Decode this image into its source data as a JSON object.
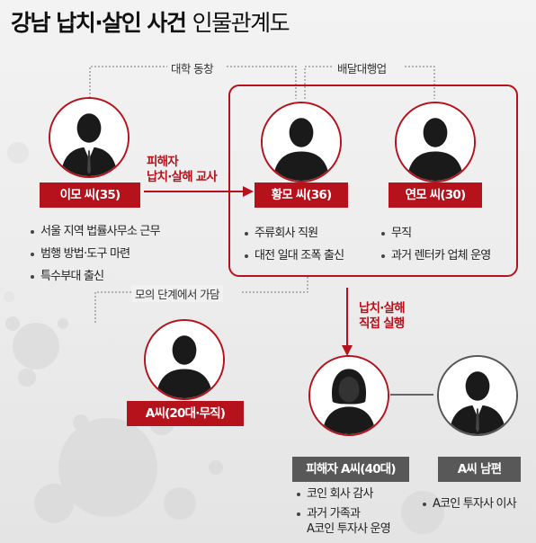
{
  "title": {
    "bold": "강남 납치·살인 사건",
    "light": "인물관계도"
  },
  "relations": {
    "university": "대학 동창",
    "delivery": "배달대행업",
    "planning": "모의 단계에서 가담"
  },
  "arrows": {
    "instigation": [
      "피해자",
      "납치·살해 교사"
    ],
    "execution": [
      "납치·살해",
      "직접 실행"
    ]
  },
  "people": {
    "lee": {
      "tag": "이모 씨(35)",
      "notes": [
        "서울 지역 법률사무소 근무",
        "범행 방법·도구 마련",
        "특수부대 출신"
      ]
    },
    "hwang": {
      "tag": "황모 씨(36)",
      "notes": [
        "주류회사 직원",
        "대전 일대 조폭 출신"
      ]
    },
    "yeon": {
      "tag": "연모 씨(30)",
      "notes": [
        "무직",
        "과거 렌터카 업체 운영"
      ]
    },
    "accomplice": {
      "tag": "A씨(20대·무직)"
    },
    "victim": {
      "tag": "피해자 A씨(40대)",
      "notes": [
        "코인 회사 감사"
      ],
      "notes_multi": [
        [
          "과거 가족과",
          "A코인 투자사 운영"
        ]
      ]
    },
    "husband": {
      "tag": "A씨 남편",
      "notes": [
        "A코인 투자사 이사"
      ]
    }
  },
  "colors": {
    "accent": "#b5121b",
    "gray_tag": "#585858"
  },
  "icons": {
    "male": "male-silhouette-icon",
    "female": "female-silhouette-icon"
  }
}
